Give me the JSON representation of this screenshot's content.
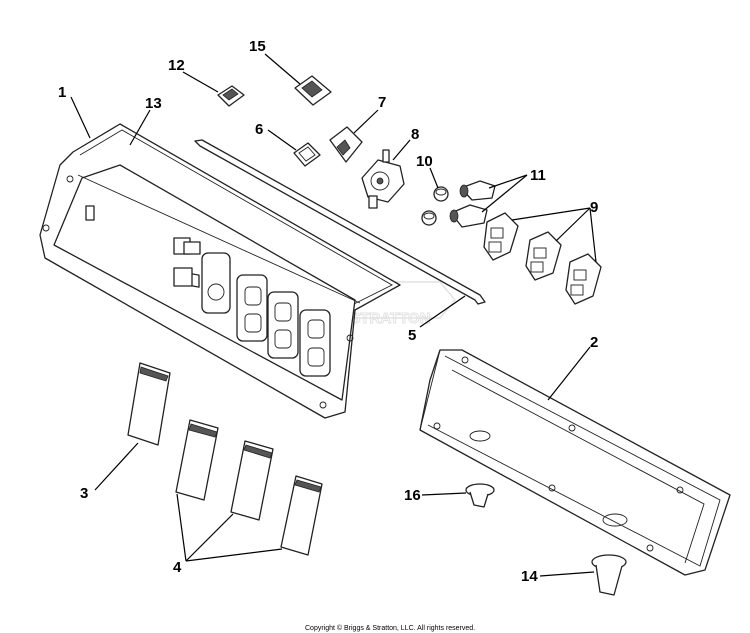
{
  "labels": {
    "p1": "1",
    "p2": "2",
    "p3": "3",
    "p4": "4",
    "p5": "5",
    "p6": "6",
    "p7": "7",
    "p8": "8",
    "p9": "9",
    "p10": "10",
    "p11": "11",
    "p12": "12",
    "p13": "13",
    "p14": "14",
    "p15": "15",
    "p16": "16"
  },
  "watermark": "BRIGGS & STRATTON",
  "copyright": "Copyright © Briggs & Stratton, LLC. All rights reserved."
}
